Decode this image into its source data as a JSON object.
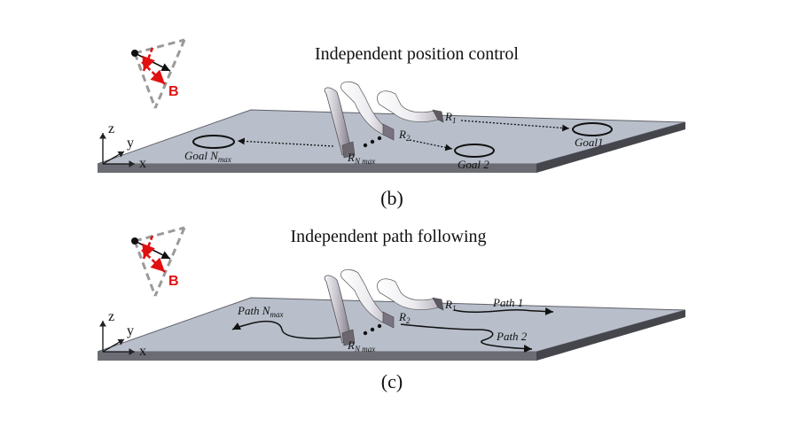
{
  "colors": {
    "plate_top": "#b5bcc8",
    "plate_edge": "#55555d",
    "field": "#e11010",
    "robot_dark": "#8a8590",
    "robot_light": "#f1f1f4"
  },
  "panel_b": {
    "title": "Independent position control",
    "caption": "(b)",
    "axis_z": "z",
    "axis_y": "y",
    "axis_x": "x",
    "field_label": "B",
    "robot_1": "R",
    "robot_1_sub": "1",
    "robot_2": "R",
    "robot_2_sub": "2",
    "robot_n": "R",
    "robot_n_sub": "N max",
    "goal_1": "Goal1",
    "goal_2": "Goal 2",
    "goal_n": "Goal N",
    "goal_n_sub": "max"
  },
  "panel_c": {
    "title": "Independent path following",
    "caption": "(c)",
    "axis_z": "z",
    "axis_y": "y",
    "axis_x": "x",
    "field_label": "B",
    "robot_1": "R",
    "robot_1_sub": "1",
    "robot_2": "R",
    "robot_2_sub": "2",
    "robot_n": "R",
    "robot_n_sub": "N max",
    "path_1": "Path 1",
    "path_2": "Path 2",
    "path_n": "Path N",
    "path_n_sub": "max"
  }
}
